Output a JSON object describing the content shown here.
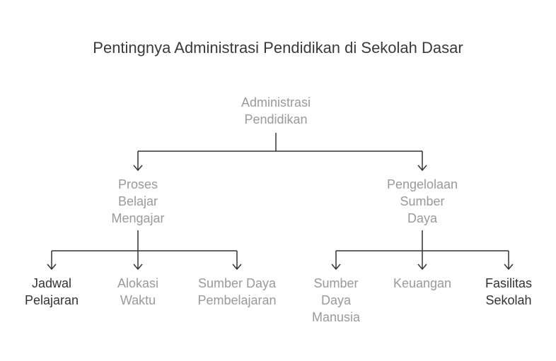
{
  "title": "Pentingnya Administrasi Pendidikan di Sekolah Dasar",
  "colors": {
    "line": "#333333",
    "label_gray": "#9a9a9a",
    "label_dark": "#333333"
  },
  "nodes": {
    "root": "Administrasi\nPendidikan",
    "proses": "Proses\nBelajar\nMengajar",
    "pengelolaan": "Pengelolaan\nSumber\nDaya",
    "jadwal": "Jadwal\nPelajaran",
    "alokasi": "Alokasi\nWaktu",
    "sumber_pembelajaran": "Sumber Daya\nPembelajaran",
    "sdm": "Sumber\nDaya\nManusia",
    "keuangan": "Keuangan",
    "fasilitas": "Fasilitas\nSekolah"
  }
}
